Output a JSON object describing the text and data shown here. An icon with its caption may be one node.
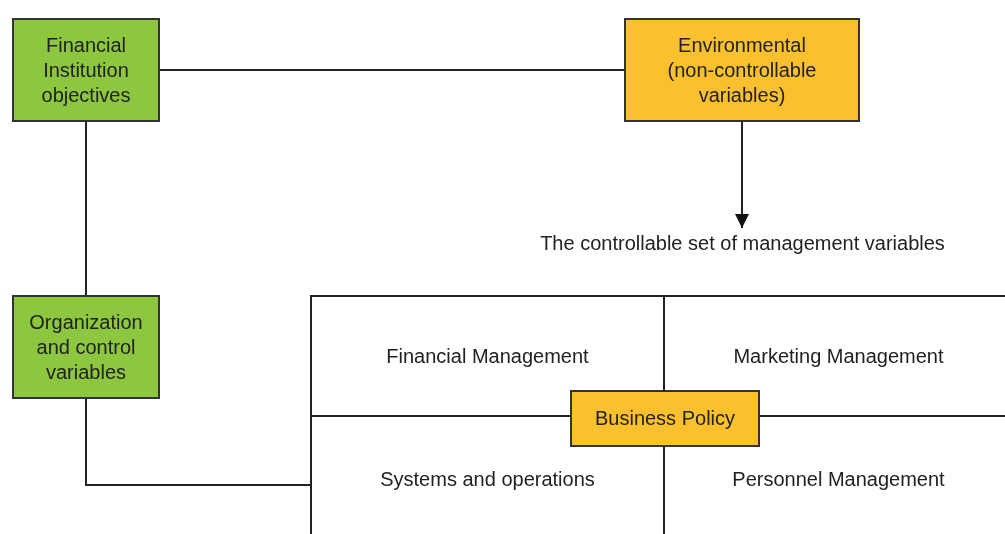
{
  "diagram": {
    "nodes": [
      {
        "text": [
          "Financial Institution objectives"
        ]
      },
      {
        "text": [
          "Environmental (non-controllable variables)"
        ]
      },
      {
        "text": [
          "The controllable set of management variables"
        ]
      },
      {
        "text": [
          "Organization and control variables"
        ]
      },
      {
        "text": [],
        "shape": "box"
      },
      {
        "text": [
          "Financial Management"
        ],
        "in": 4
      },
      {
        "text": [
          "Marketing Management"
        ],
        "in": 4
      },
      {
        "text": [
          "Systems and operations"
        ],
        "in": 4
      },
      {
        "text": [
          "Personnel Management"
        ],
        "in": 4
      },
      {
        "text": [
          "Business Policy"
        ],
        "in": 4
      }
    ],
    "edges": [
      {
        "from": 0,
        "to": 1,
        "arrow": "none"
      },
      {
        "from": 1,
        "to": 2,
        "arrow": "to"
      },
      {
        "from": 0,
        "to": 3,
        "arrow": "none"
      },
      {
        "from": 3,
        "to": 4,
        "arrow": "none"
      }
    ]
  }
}
